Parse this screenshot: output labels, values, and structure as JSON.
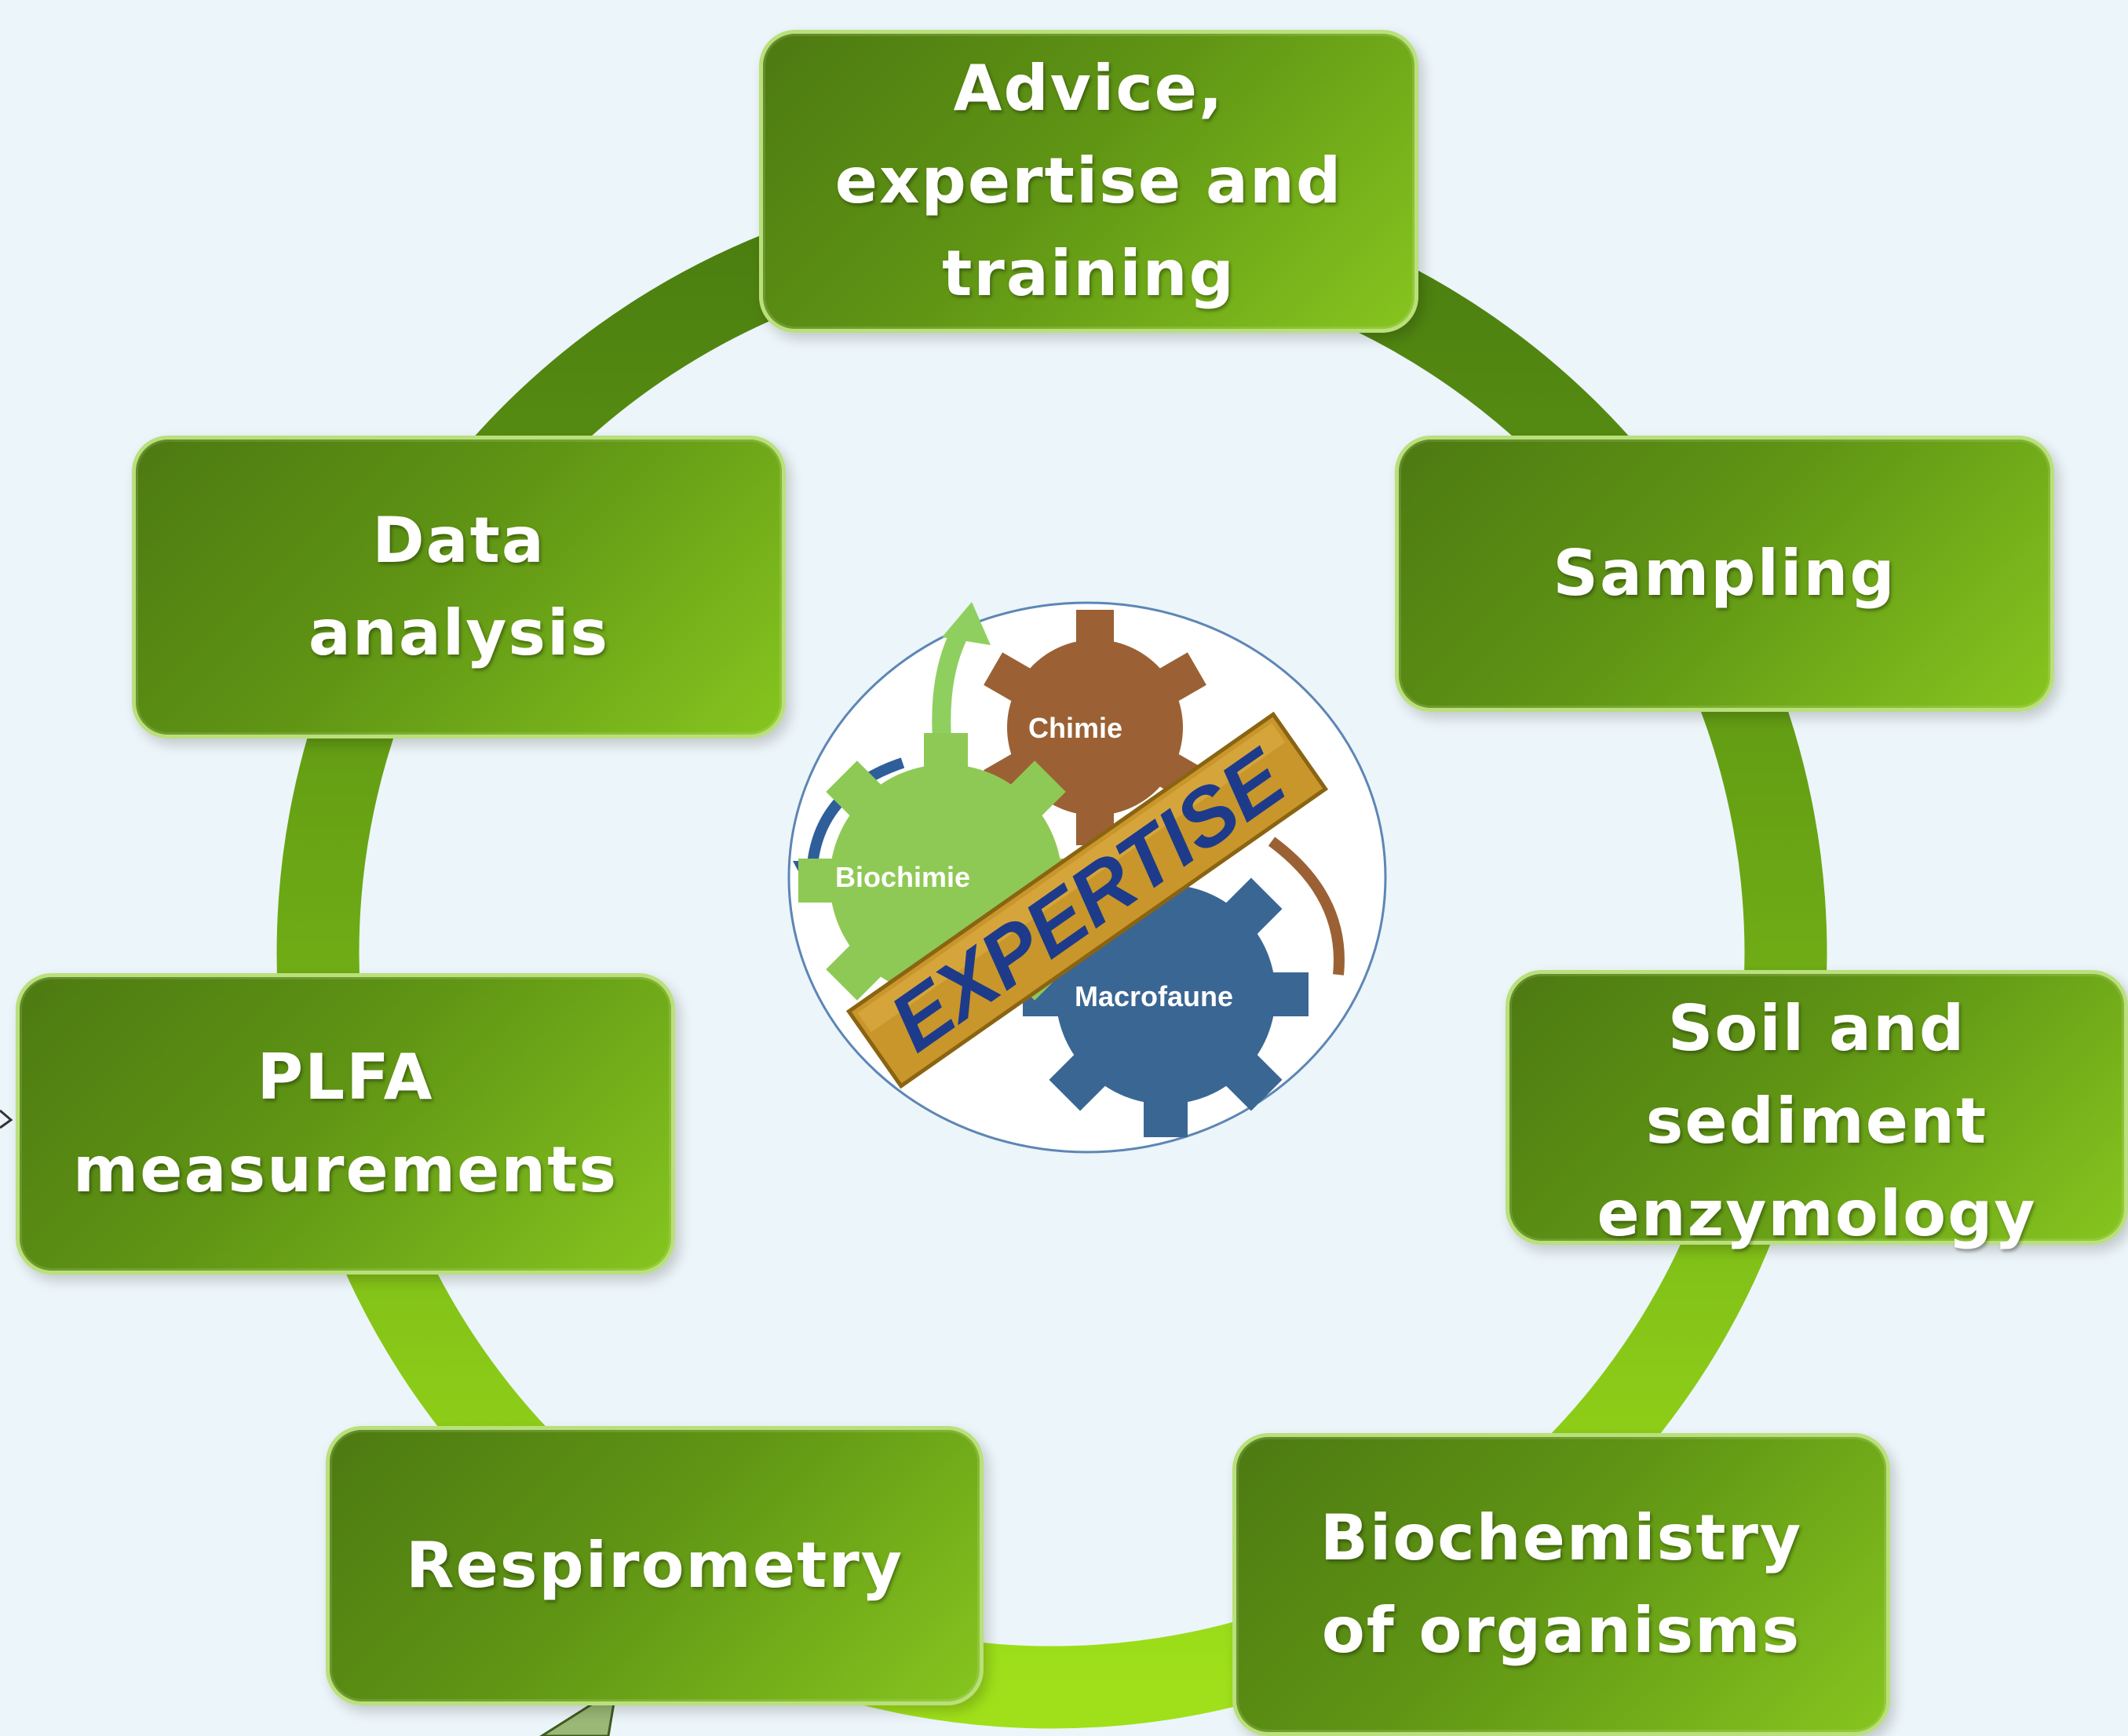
{
  "diagram": {
    "type": "cycle",
    "colors": {
      "background": "#ecf5f9",
      "ring_dark": "#4a7d10",
      "ring_light": "#9fe01a",
      "box_dark": "#4d7a12",
      "box_light": "#86c51f",
      "box_border": "#b9e07a",
      "text": "#ffffff"
    },
    "steps": [
      {
        "id": "advice",
        "label": "Advice,\nexpertise and\ntraining"
      },
      {
        "id": "sampling",
        "label": "Sampling"
      },
      {
        "id": "enzymology",
        "label": "Soil and\nsediment\nenzymology"
      },
      {
        "id": "biochemistry",
        "label": "Biochemistry\nof organisms"
      },
      {
        "id": "respirometry",
        "label": "Respirometry"
      },
      {
        "id": "plfa",
        "label": "PLFA\nmeasurements"
      },
      {
        "id": "data",
        "label": "Data\nanalysis"
      }
    ],
    "center_logo": {
      "banner_text": "EXPERTISE",
      "gears": [
        {
          "label": "Chimie",
          "color": "#9b6134"
        },
        {
          "label": "Biochimie",
          "color": "#8fc955"
        },
        {
          "label": "Macrofaune",
          "color": "#3a6693"
        }
      ],
      "banner_color": "#c8962a",
      "banner_text_color": "#1d3b8a",
      "arrow_blue": "#2f5f9a",
      "arrow_green": "#8fcf5f",
      "arrow_brown": "#9b6134"
    }
  }
}
